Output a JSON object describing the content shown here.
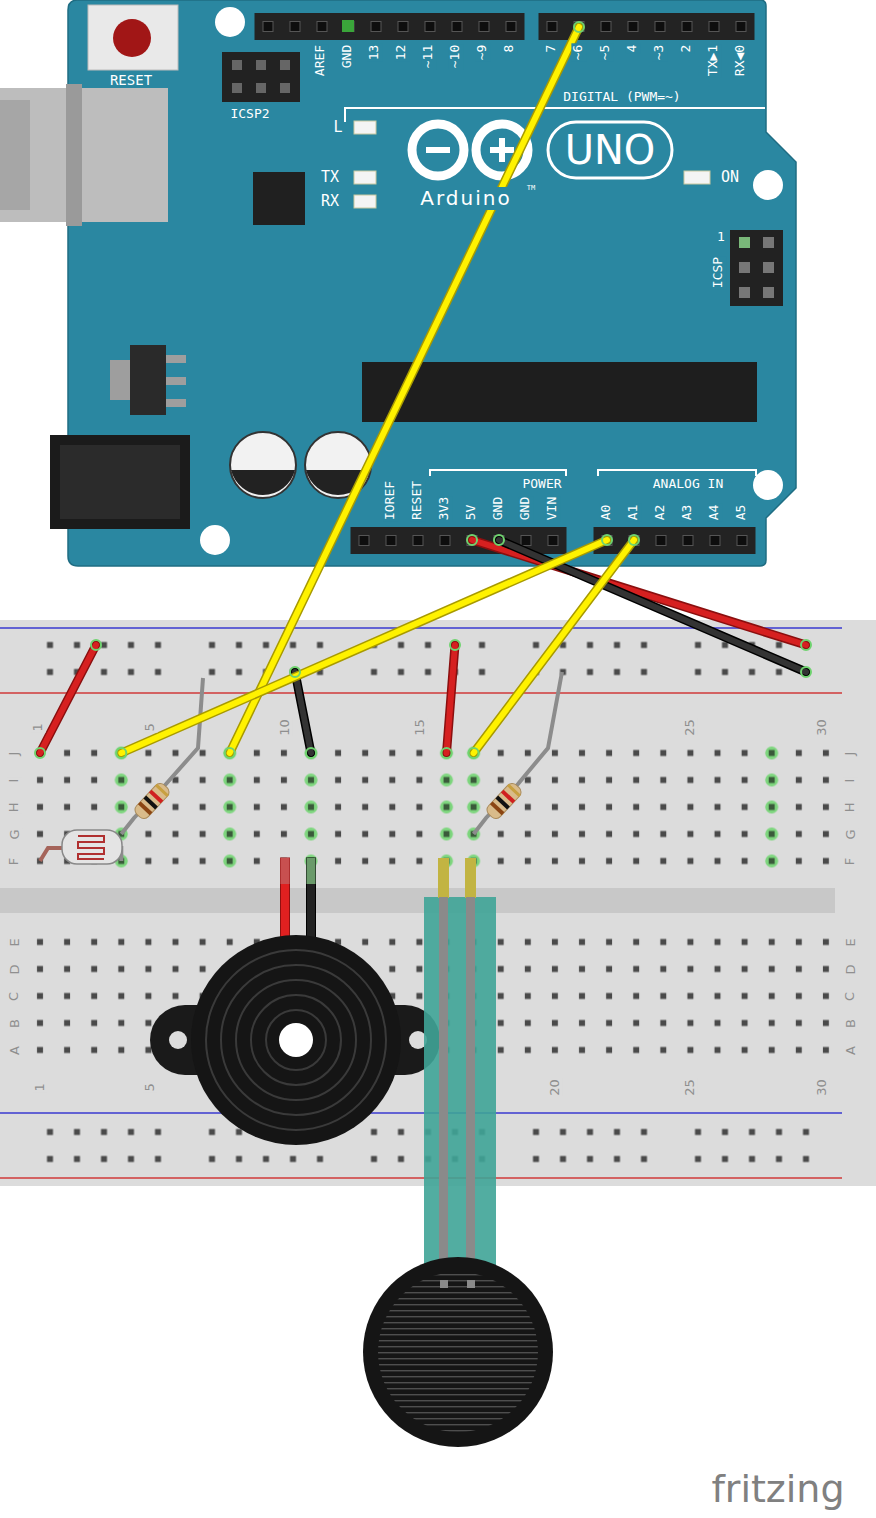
{
  "diagram": {
    "labels": [
      "RESET",
      "ICSP2",
      "AREF",
      "GND",
      "13",
      "12",
      "~11",
      "~10",
      "~9",
      "8",
      "7",
      "~6",
      "~5",
      "4",
      "~3",
      "2",
      "TX▶1",
      "RX◀0",
      "DIGITAL (PWM=~)",
      "L",
      "TX",
      "RX",
      "UNO",
      "Arduino",
      "TM",
      "ON",
      "1",
      "ICSP",
      "IOREF",
      "RESET",
      "3V3",
      "5V",
      "GND",
      "GND",
      "VIN",
      "POWER",
      "ANALOG IN",
      "A0",
      "A1",
      "A2",
      "A3",
      "A4",
      "A5",
      "1",
      "5",
      "10",
      "15",
      "25",
      "30",
      "J",
      "I",
      "H",
      "G",
      "F",
      "J",
      "I",
      "H",
      "G",
      "F",
      "E",
      "D",
      "C",
      "B",
      "A",
      "E",
      "D",
      "C",
      "B",
      "A",
      "1",
      "5",
      "20",
      "25",
      "30",
      "fritzing"
    ]
  }
}
